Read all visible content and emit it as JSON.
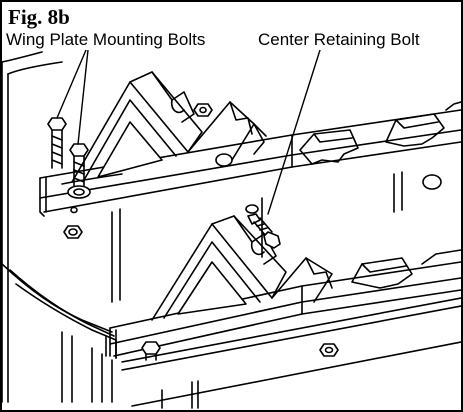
{
  "figure": {
    "title": "Fig. 8b",
    "callouts": {
      "wing_plate_mounting_bolts": "Wing Plate Mounting Bolts",
      "center_retaining_bolt": "Center Retaining Bolt"
    },
    "colors": {
      "line": "#000000",
      "background": "#ffffff",
      "shade": "#d8d8d8"
    }
  }
}
